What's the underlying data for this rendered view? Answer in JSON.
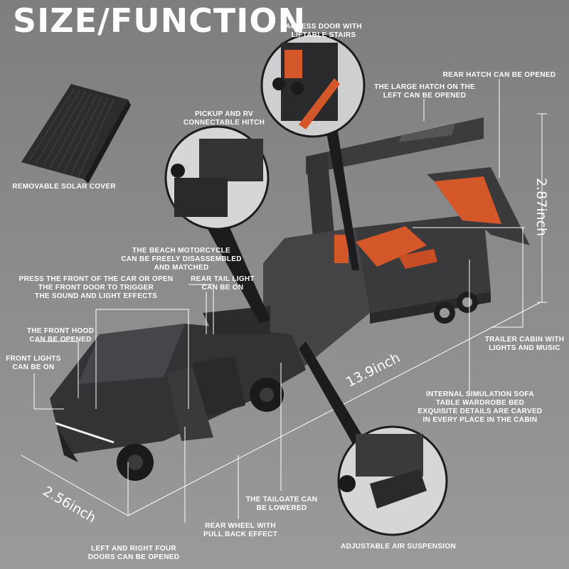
{
  "title": "SIZE/FUNCTION",
  "dimensions": {
    "height": "2.87inch",
    "length": "13.9inch",
    "width": "2.56inch"
  },
  "callouts": {
    "access_door": [
      "ACCESS DOOR WITH",
      "LIFTABLE STAIRS"
    ],
    "rear_hatch": [
      "REAR HATCH CAN BE OPENED"
    ],
    "large_hatch": [
      "THE LARGE HATCH ON THE",
      "LEFT CAN BE OPENED"
    ],
    "hitch": [
      "PICKUP AND RV",
      "CONNECTABLE HITCH"
    ],
    "solar_cover": [
      "REMOVABLE SOLAR COVER"
    ],
    "motorcycle": [
      "THE BEACH MOTORCYCLE",
      "CAN BE FREELY DISASSEMBLED",
      "AND MATCHED"
    ],
    "press_front": [
      "PRESS THE FRONT OF THE CAR OR OPEN",
      "THE FRONT DOOR TO TRIGGER",
      "THE SOUND AND LIGHT EFFECTS"
    ],
    "tail_light": [
      "REAR TAIL LIGHT",
      "CAN BE ON"
    ],
    "front_hood": [
      "THE FRONT HOOD",
      "CAN BE OPENED"
    ],
    "front_lights": [
      "FRONT LIGHTS",
      "CAN BE ON"
    ],
    "trailer_cabin": [
      "TRAILER CABIN WITH",
      "LIGHTS AND MUSIC"
    ],
    "sofa": [
      "INTERNAL SIMULATION SOFA",
      "TABLE WARDROBE BED",
      "EXQUISITE DETAILS ARE CARVED",
      "IN EVERY PLACE IN THE CABIN"
    ],
    "tailgate": [
      "THE TAILGATE CAN",
      "BE LOWERED"
    ],
    "rear_wheel": [
      "REAR WHEEL WITH",
      "PULL BACK EFFECT"
    ],
    "doors": [
      "LEFT AND RIGHT FOUR",
      "DOORS CAN BE OPENED"
    ],
    "suspension": [
      "ADJUSTABLE AIR SUSPENSION"
    ]
  },
  "colors": {
    "background": "#8e8e8e",
    "vehicle": "#3a3a3c",
    "interior": "#d4572a",
    "text": "#ffffff"
  }
}
